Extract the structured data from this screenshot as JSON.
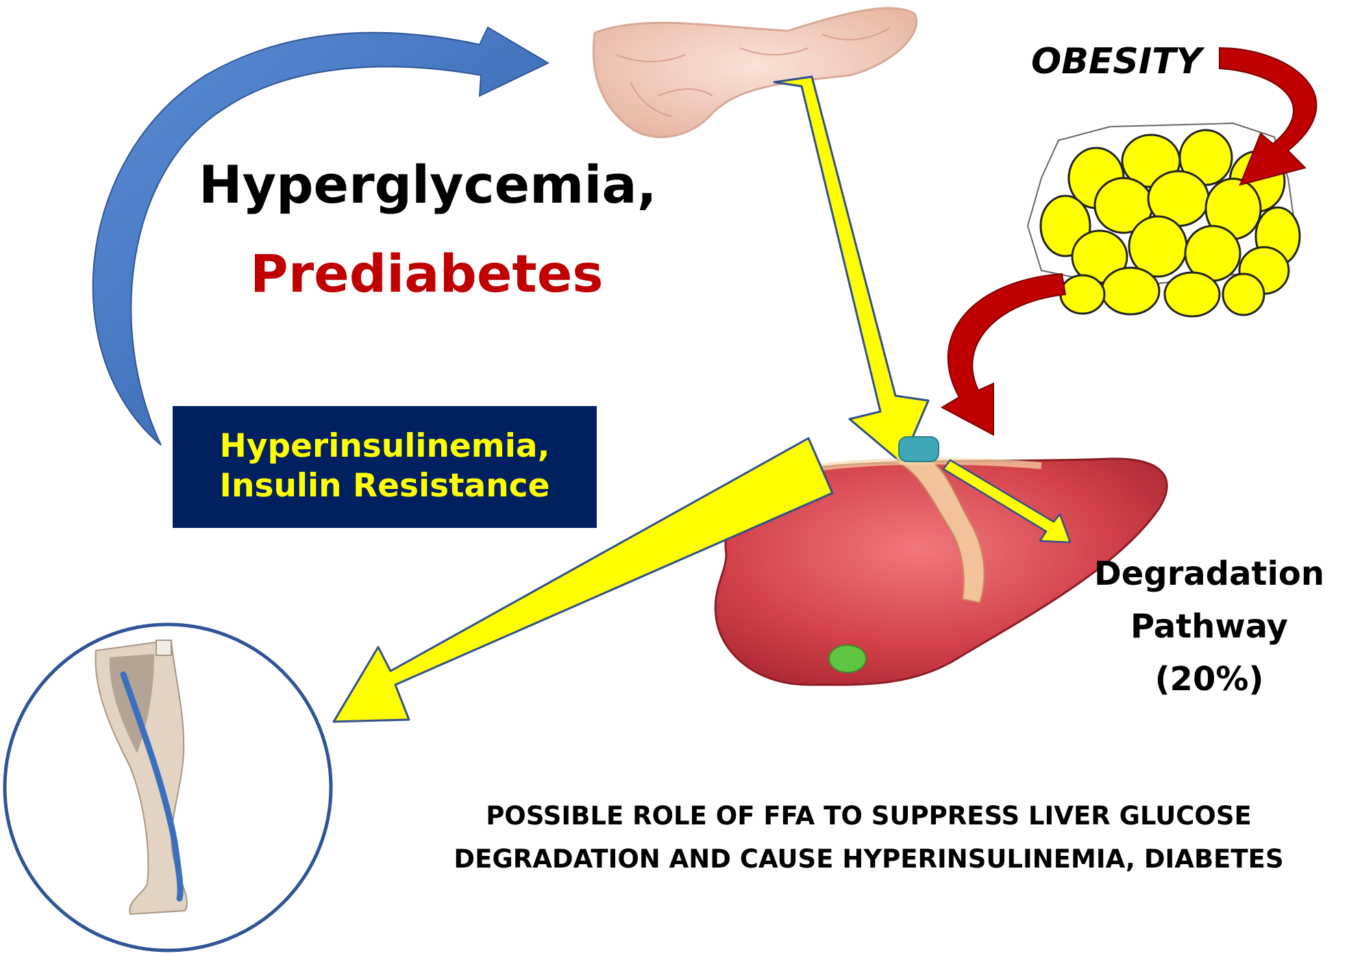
{
  "heading": {
    "line1": "Hyperglycemia,",
    "line2": "Prediabetes",
    "line1_color": "#000000",
    "line2_color": "#c00000"
  },
  "obesity": {
    "label": "OBESITY",
    "color": "#000000"
  },
  "hyperinsulinemia_box": {
    "line1": "Hyperinsulinemia,",
    "line2": "Insulin Resistance",
    "background": "#002060",
    "text_color": "#ffff00"
  },
  "degradation": {
    "line1": "Degradation",
    "line2": "Pathway",
    "line3": "(20%)"
  },
  "caption": {
    "line1": "POSSIBLE ROLE OF FFA TO SUPPRESS LIVER GLUCOSE",
    "line2": "DEGRADATION AND CAUSE HYPERINSULINEMIA, DIABETES"
  },
  "colors": {
    "feedback_arrow": "#4472c4",
    "obesity_arrow": "#c00000",
    "flow_arrow": "#ffff00",
    "arrow_outline": "#2f4f8f",
    "fat_cell": "#ffff00",
    "liver": "#d8424a",
    "pancreas": "#f2cfc0",
    "circle_border": "#2f5597"
  },
  "icons": {
    "pancreas": "pancreas-icon",
    "liver": "liver-icon",
    "adipose": "fat-cells-icon",
    "muscle": "leg-muscle-icon"
  }
}
